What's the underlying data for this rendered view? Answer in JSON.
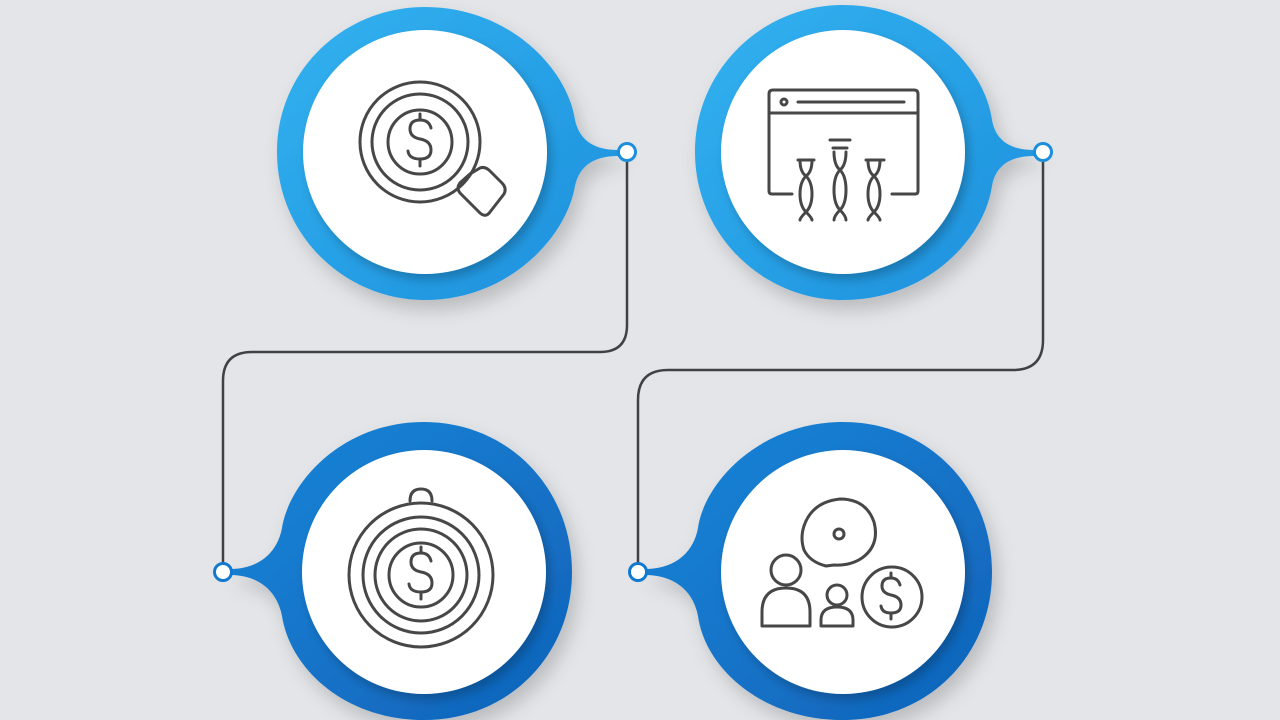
{
  "colors": {
    "background": "#e3e5e8",
    "accent_light": "#27a3e9",
    "accent_dark": "#1279cf",
    "connector": "#3f4145",
    "icon_stroke": "#474747",
    "node_fill": "#ffffff"
  },
  "diagram": {
    "type": "process-flow",
    "steps": [
      {
        "icon": "dollar-search-icon",
        "accent": "light"
      },
      {
        "icon": "browser-dna-icon",
        "accent": "light"
      },
      {
        "icon": "dollar-target-icon",
        "accent": "dark"
      },
      {
        "icon": "people-chat-dollar-icon",
        "accent": "dark"
      }
    ],
    "connections": [
      {
        "from": 0,
        "to": 2
      },
      {
        "from": 1,
        "to": 3
      }
    ]
  }
}
